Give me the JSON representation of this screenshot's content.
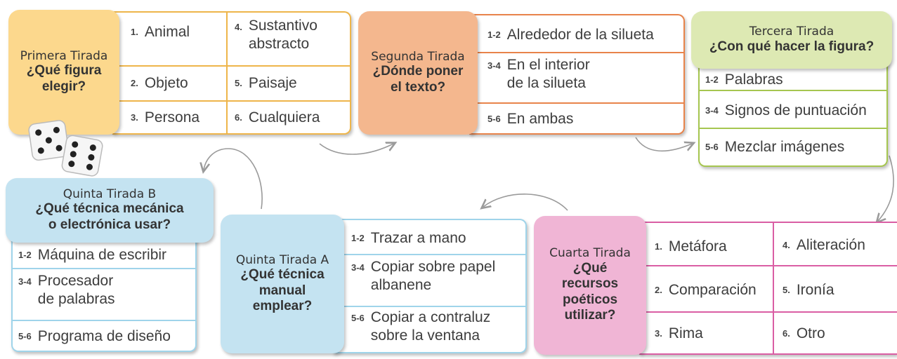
{
  "colors": {
    "yellow_head": "#fcd88d",
    "yellow_line": "#eeb54a",
    "orange_head": "#f4b78e",
    "orange_line": "#e8834a",
    "green_head": "#dde9b3",
    "green_line": "#a6c650",
    "blue_head": "#c4e3f1",
    "blue_line": "#9fd4ea",
    "pink_head": "#f0b5d5",
    "pink_line": "#da5ea4"
  },
  "primera": {
    "title": "Primera Tirada",
    "question": "¿Qué figura\nelegir?",
    "options": [
      {
        "num": "1.",
        "text": "Animal"
      },
      {
        "num": "4.",
        "text": "Sustantivo\nabstracto"
      },
      {
        "num": "2.",
        "text": "Objeto"
      },
      {
        "num": "5.",
        "text": "Paisaje"
      },
      {
        "num": "3.",
        "text": "Persona"
      },
      {
        "num": "6.",
        "text": "Cualquiera"
      }
    ]
  },
  "segunda": {
    "title": "Segunda Tirada",
    "question": "¿Dónde poner\nel texto?",
    "options": [
      {
        "num": "1-2",
        "text": "Alrededor de la silueta"
      },
      {
        "num": "3-4",
        "text": "En el interior\nde la silueta"
      },
      {
        "num": "5-6",
        "text": "En ambas"
      }
    ]
  },
  "tercera": {
    "title": "Tercera Tirada",
    "question": "¿Con qué hacer la figura?",
    "options": [
      {
        "num": "1-2",
        "text": "Palabras"
      },
      {
        "num": "3-4",
        "text": "Signos de puntuación"
      },
      {
        "num": "5-6",
        "text": "Mezclar imágenes"
      }
    ]
  },
  "quinta_b": {
    "title": "Quinta Tirada B",
    "question": "¿Qué técnica mecánica\no electrónica usar?",
    "options": [
      {
        "num": "1-2",
        "text": "Máquina de escribir"
      },
      {
        "num": "3-4",
        "text": "Procesador\nde palabras"
      },
      {
        "num": "5-6",
        "text": "Programa de diseño"
      }
    ]
  },
  "quinta_a": {
    "title": "Quinta Tirada A",
    "question": "¿Qué técnica\nmanual\nemplear?",
    "options": [
      {
        "num": "1-2",
        "text": "Trazar a mano"
      },
      {
        "num": "3-4",
        "text": "Copiar sobre papel\nalbanene"
      },
      {
        "num": "5-6",
        "text": "Copiar a contraluz\nsobre la ventana"
      }
    ]
  },
  "cuarta": {
    "title": "Cuarta Tirada",
    "question": "¿Qué\nrecursos\npoéticos\nutilizar?",
    "options": [
      {
        "num": "1.",
        "text": "Metáfora"
      },
      {
        "num": "4.",
        "text": "Aliteración"
      },
      {
        "num": "2.",
        "text": "Comparación"
      },
      {
        "num": "5.",
        "text": "Ironía"
      },
      {
        "num": "3.",
        "text": "Rima"
      },
      {
        "num": "6.",
        "text": "Otro"
      }
    ]
  }
}
